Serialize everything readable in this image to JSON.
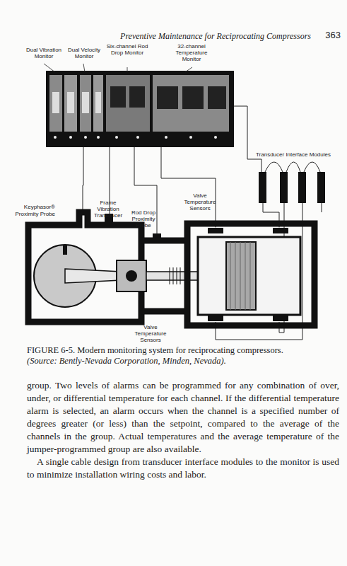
{
  "diagram": {
    "caption": "FIGURE 6-5. Modern monitoring system for reciprocating compressors.",
    "labels": [
      "Preventive Maintenance for Reciprocating Compressors",
      "363",
      "Dual Vibration Monitor",
      "Dual Velocity Monitor",
      "Six-channel Rod Drop Monitor",
      "32-channel Temperature Monitor",
      "Transducer Interface Modules",
      "Valve Temperature Sensors",
      "Keyphasor® Proximity Probe",
      "Frame Vibration Transducer",
      "Rod Drop Proximity Probe",
      "Valve Temperature Sensors",
      "(Source: Bently-Nevada Corporation, Minden, Nevada).",
      "group. Two levels of alarms can be programmed for any combination of over, under, or differential temperature for each channel. If the differential temperature alarm is selected, an alarm occurs when the channel is a specified number of degrees greater (or less) than the setpoint, compared to the average of the channels in the group. Actual temperatures and the average temperature of the jumper-programmed group are also available.",
      "A single cable design from transducer interface modules to the monitor is used to minimize installation wiring costs and labor."
    ]
  }
}
